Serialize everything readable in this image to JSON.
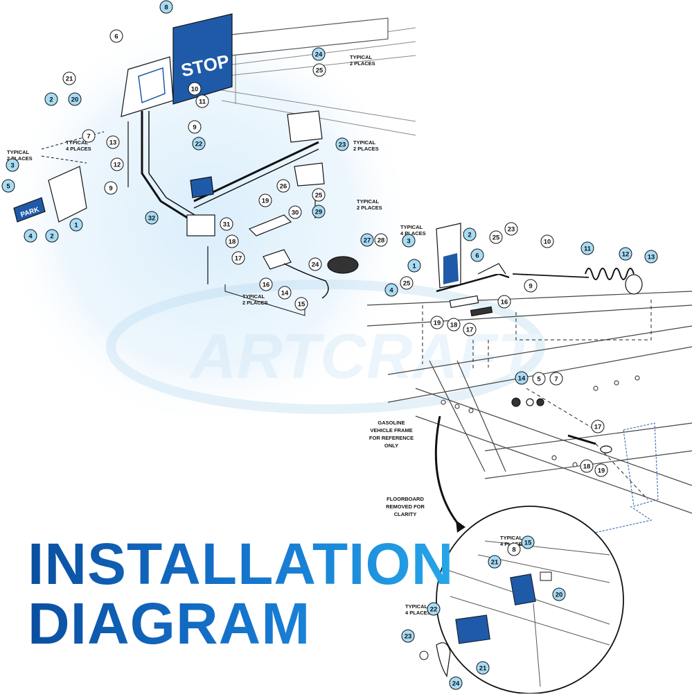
{
  "title": {
    "line1": "INSTALLATION",
    "line2": "DIAGRAM"
  },
  "watermark": "ARTCRAFT",
  "colors": {
    "accent_blue": "#1e5aa8",
    "callout_fill": "#a8dcf5",
    "title_dark": "#0a4fa0",
    "title_light": "#26a7e8",
    "glow": "#d6ecfb"
  },
  "signs": {
    "stop": "STOP",
    "park": "PARK"
  },
  "notes": {
    "typical_2": [
      "TYPICAL",
      "2 PLACES"
    ],
    "typical_4": [
      "TYPICAL",
      "4 PLACES"
    ],
    "frame_ref": [
      "GASOLINE",
      "VEHICLE FRAME",
      "FOR REFERENCE",
      "ONLY"
    ],
    "floorboard": [
      "FLOORBOARD",
      "REMOVED FOR",
      "CLARITY"
    ]
  },
  "callouts": {
    "top_left": [
      {
        "n": "8",
        "hl": true
      },
      {
        "n": "6",
        "hl": false
      },
      {
        "n": "21",
        "hl": false
      },
      {
        "n": "2",
        "hl": true
      },
      {
        "n": "20",
        "hl": true
      },
      {
        "n": "10",
        "hl": false
      },
      {
        "n": "11",
        "hl": false
      },
      {
        "n": "9",
        "hl": false
      },
      {
        "n": "7",
        "hl": false
      },
      {
        "n": "13",
        "hl": false
      },
      {
        "n": "3",
        "hl": true
      },
      {
        "n": "12",
        "hl": false
      },
      {
        "n": "22",
        "hl": true
      },
      {
        "n": "24",
        "hl": true
      },
      {
        "n": "25",
        "hl": false
      },
      {
        "n": "23",
        "hl": true
      },
      {
        "n": "5",
        "hl": true
      },
      {
        "n": "9",
        "hl": false
      },
      {
        "n": "26",
        "hl": false
      },
      {
        "n": "25",
        "hl": false
      },
      {
        "n": "29",
        "hl": true
      },
      {
        "n": "32",
        "hl": true
      },
      {
        "n": "19",
        "hl": false
      },
      {
        "n": "30",
        "hl": false
      },
      {
        "n": "31",
        "hl": false
      },
      {
        "n": "1",
        "hl": true
      },
      {
        "n": "4",
        "hl": true
      },
      {
        "n": "2",
        "hl": true
      },
      {
        "n": "18",
        "hl": false
      },
      {
        "n": "27",
        "hl": true
      },
      {
        "n": "28",
        "hl": false
      },
      {
        "n": "17",
        "hl": false
      },
      {
        "n": "24",
        "hl": false
      },
      {
        "n": "16",
        "hl": false
      },
      {
        "n": "14",
        "hl": false
      },
      {
        "n": "15",
        "hl": false
      }
    ],
    "right": [
      {
        "n": "2",
        "hl": true
      },
      {
        "n": "23",
        "hl": false
      },
      {
        "n": "3",
        "hl": true
      },
      {
        "n": "25",
        "hl": false
      },
      {
        "n": "10",
        "hl": false
      },
      {
        "n": "6",
        "hl": true
      },
      {
        "n": "11",
        "hl": true
      },
      {
        "n": "12",
        "hl": true
      },
      {
        "n": "13",
        "hl": true
      },
      {
        "n": "1",
        "hl": true
      },
      {
        "n": "9",
        "hl": false
      },
      {
        "n": "4",
        "hl": true
      },
      {
        "n": "25",
        "hl": false
      },
      {
        "n": "16",
        "hl": false
      },
      {
        "n": "19",
        "hl": false
      },
      {
        "n": "18",
        "hl": false
      },
      {
        "n": "17",
        "hl": false
      },
      {
        "n": "14",
        "hl": true
      },
      {
        "n": "5",
        "hl": false
      },
      {
        "n": "7",
        "hl": false
      },
      {
        "n": "17",
        "hl": false
      },
      {
        "n": "18",
        "hl": false
      },
      {
        "n": "19",
        "hl": false
      }
    ],
    "inset": [
      {
        "n": "8",
        "hl": false
      },
      {
        "n": "15",
        "hl": true
      },
      {
        "n": "21",
        "hl": true
      },
      {
        "n": "20",
        "hl": true
      },
      {
        "n": "22",
        "hl": true
      },
      {
        "n": "23",
        "hl": true
      },
      {
        "n": "21",
        "hl": true
      },
      {
        "n": "24",
        "hl": true
      }
    ]
  }
}
